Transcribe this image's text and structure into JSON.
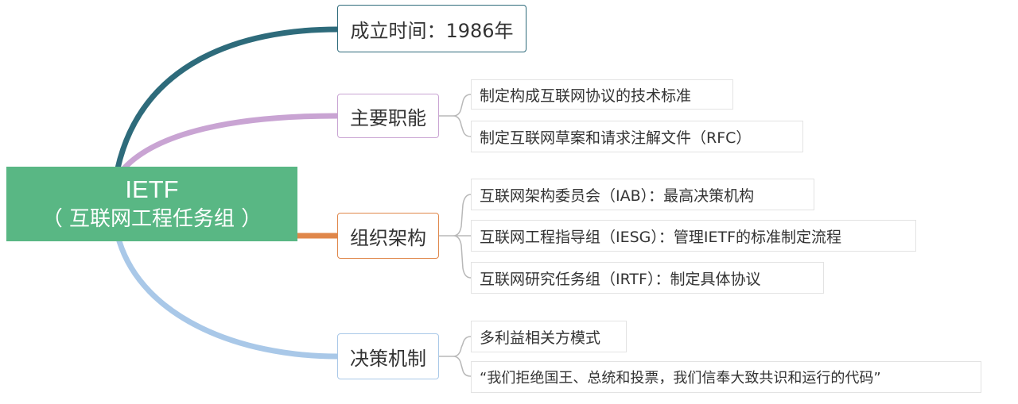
{
  "colors": {
    "root_fill": "#59b784",
    "branch_founded": "#2e6b7b",
    "branch_functions": "#c9a4d3",
    "branch_organization": "#e0874a",
    "branch_decision": "#a9c8e8",
    "leaf_bracket": "#b8b8b8"
  },
  "root": {
    "title": "IETF",
    "subtitle": "（ 互联网工程任务组 ）"
  },
  "branches": {
    "founded": {
      "label": "成立时间：1986年"
    },
    "functions": {
      "label": "主要职能",
      "items": [
        "制定构成互联网协议的技术标准",
        "制定互联网草案和请求注解文件（RFC）"
      ]
    },
    "organization": {
      "label": "组织架构",
      "items": [
        "互联网架构委员会（IAB）：最高决策机构",
        "互联网工程指导组（IESG）：管理IETF的标准制定流程",
        "互联网研究任务组（IRTF）：制定具体协议"
      ]
    },
    "decision": {
      "label": "决策机制",
      "items": [
        "多利益相关方模式",
        "“我们拒绝国王、总统和投票，我们信奉大致共识和运行的代码”"
      ]
    }
  }
}
